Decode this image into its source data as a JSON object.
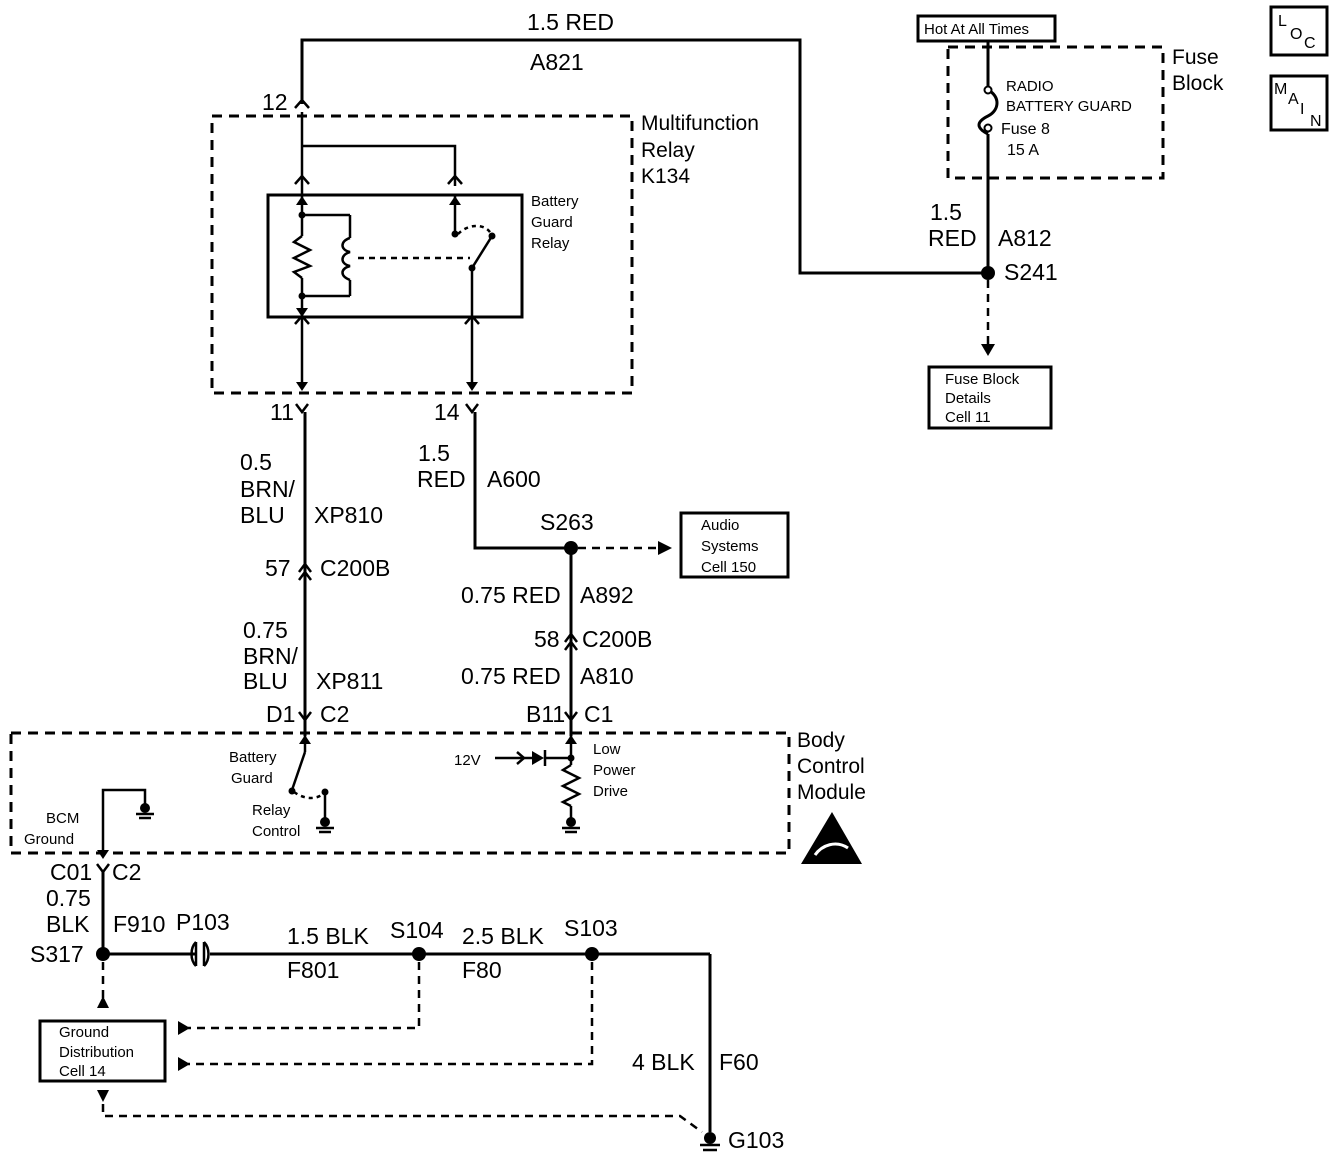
{
  "top_wire": {
    "gauge_color": "1.5 RED",
    "circuit": "A821",
    "pin": "12"
  },
  "loc_main": {
    "loc": [
      "L",
      "O",
      "C"
    ],
    "main": [
      "M",
      "A",
      "I",
      "N"
    ]
  },
  "fuse_block": {
    "hot_label": "Hot At All Times",
    "title": [
      "Fuse",
      "Block"
    ],
    "fuse_name": [
      "RADIO",
      "BATTERY GUARD"
    ],
    "fuse_number": "Fuse 8",
    "fuse_amps": "15 A",
    "wire_gauge": "1.5",
    "wire_color": "RED",
    "wire_circuit": "A812",
    "splice": "S241",
    "details_ref": [
      "Fuse Block",
      "Details",
      "Cell 11"
    ]
  },
  "relay": {
    "title": [
      "Multifunction",
      "Relay",
      "K134"
    ],
    "inner_label": [
      "Battery",
      "Guard",
      "Relay"
    ],
    "pin_left": "11",
    "pin_right": "14"
  },
  "left_wire": {
    "seg1": [
      "0.5",
      "BRN/",
      "BLU"
    ],
    "seg1_circuit": "XP810",
    "conn_pin": "57",
    "conn": "C200B",
    "seg2": [
      "0.75",
      "BRN/",
      "BLU"
    ],
    "seg2_circuit": "XP811",
    "bcm_pin": "D1",
    "bcm_conn": "C2"
  },
  "right_wire": {
    "seg1_gauge": "1.5",
    "seg1_color": "RED",
    "seg1_circuit": "A600",
    "splice": "S263",
    "audio_ref": [
      "Audio",
      "Systems",
      "Cell 150"
    ],
    "seg2": "0.75 RED",
    "seg2_circuit": "A892",
    "conn_pin": "58",
    "conn": "C200B",
    "seg3": "0.75 RED",
    "seg3_circuit": "A810",
    "bcm_pin": "B11",
    "bcm_conn": "C1"
  },
  "bcm": {
    "title": [
      "Body",
      "Control",
      "Module"
    ],
    "relay_label": [
      "Battery",
      "Guard"
    ],
    "relay_control": [
      "Relay",
      "Control"
    ],
    "ground_label": [
      "BCM",
      "Ground"
    ],
    "v12": "12V",
    "driver": [
      "Low",
      "Power",
      "Drive"
    ],
    "gnd_pin": "C01",
    "gnd_conn": "C2"
  },
  "ground": {
    "gauge": [
      "0.75",
      "BLK"
    ],
    "circuit": "F910",
    "splice": "S317",
    "conn": "P103",
    "seg1": "1.5 BLK",
    "seg1_circuit": "F801",
    "splice2": "S104",
    "seg2": "2.5 BLK",
    "seg2_circuit": "F80",
    "splice3": "S103",
    "seg3": "4 BLK",
    "seg3_circuit": "F60",
    "ground_point": "G103",
    "dist_ref": [
      "Ground",
      "Distribution",
      "Cell 14"
    ]
  }
}
